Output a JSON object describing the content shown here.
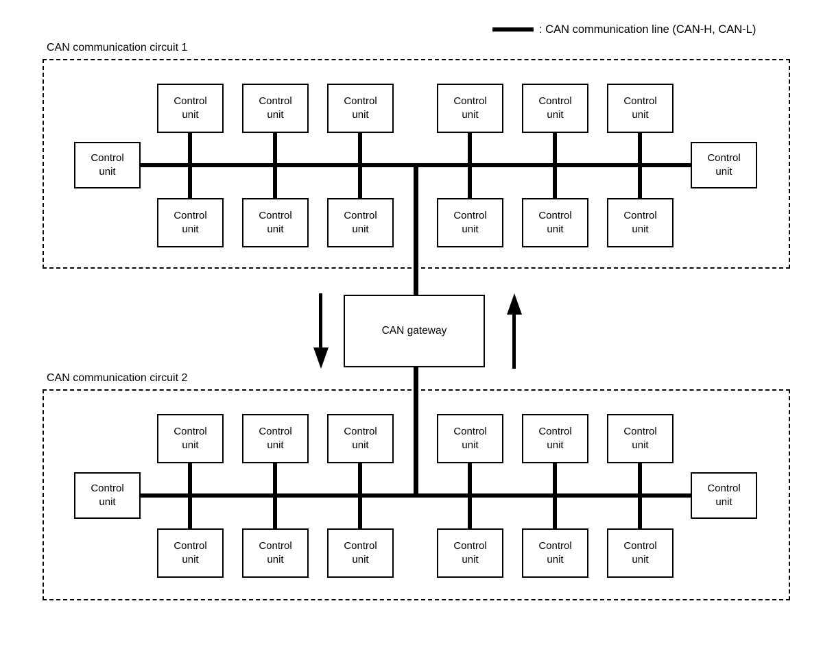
{
  "legend": {
    "icon": "thick-line-swatch",
    "text": ": CAN communication line (CAN-H, CAN-L)"
  },
  "circuits": [
    {
      "id": "circuit-1",
      "label": "CAN communication circuit 1",
      "left_unit": {
        "line1": "Control",
        "line2": "unit"
      },
      "right_unit": {
        "line1": "Control",
        "line2": "unit"
      },
      "top_units": [
        {
          "line1": "Control",
          "line2": "unit"
        },
        {
          "line1": "Control",
          "line2": "unit"
        },
        {
          "line1": "Control",
          "line2": "unit"
        },
        {
          "line1": "Control",
          "line2": "unit"
        },
        {
          "line1": "Control",
          "line2": "unit"
        },
        {
          "line1": "Control",
          "line2": "unit"
        }
      ],
      "bottom_units": [
        {
          "line1": "Control",
          "line2": "unit"
        },
        {
          "line1": "Control",
          "line2": "unit"
        },
        {
          "line1": "Control",
          "line2": "unit"
        },
        {
          "line1": "Control",
          "line2": "unit"
        },
        {
          "line1": "Control",
          "line2": "unit"
        },
        {
          "line1": "Control",
          "line2": "unit"
        }
      ]
    },
    {
      "id": "circuit-2",
      "label": "CAN communication circuit 2",
      "left_unit": {
        "line1": "Control",
        "line2": "unit"
      },
      "right_unit": {
        "line1": "Control",
        "line2": "unit"
      },
      "top_units": [
        {
          "line1": "Control",
          "line2": "unit"
        },
        {
          "line1": "Control",
          "line2": "unit"
        },
        {
          "line1": "Control",
          "line2": "unit"
        },
        {
          "line1": "Control",
          "line2": "unit"
        },
        {
          "line1": "Control",
          "line2": "unit"
        },
        {
          "line1": "Control",
          "line2": "unit"
        }
      ],
      "bottom_units": [
        {
          "line1": "Control",
          "line2": "unit"
        },
        {
          "line1": "Control",
          "line2": "unit"
        },
        {
          "line1": "Control",
          "line2": "unit"
        },
        {
          "line1": "Control",
          "line2": "unit"
        },
        {
          "line1": "Control",
          "line2": "unit"
        },
        {
          "line1": "Control",
          "line2": "unit"
        }
      ]
    }
  ],
  "gateway": {
    "label": "CAN gateway",
    "arrow_down": "downward-flow-arrow",
    "arrow_up": "upward-flow-arrow"
  },
  "colors": {
    "stroke": "#000000",
    "background": "#ffffff"
  }
}
